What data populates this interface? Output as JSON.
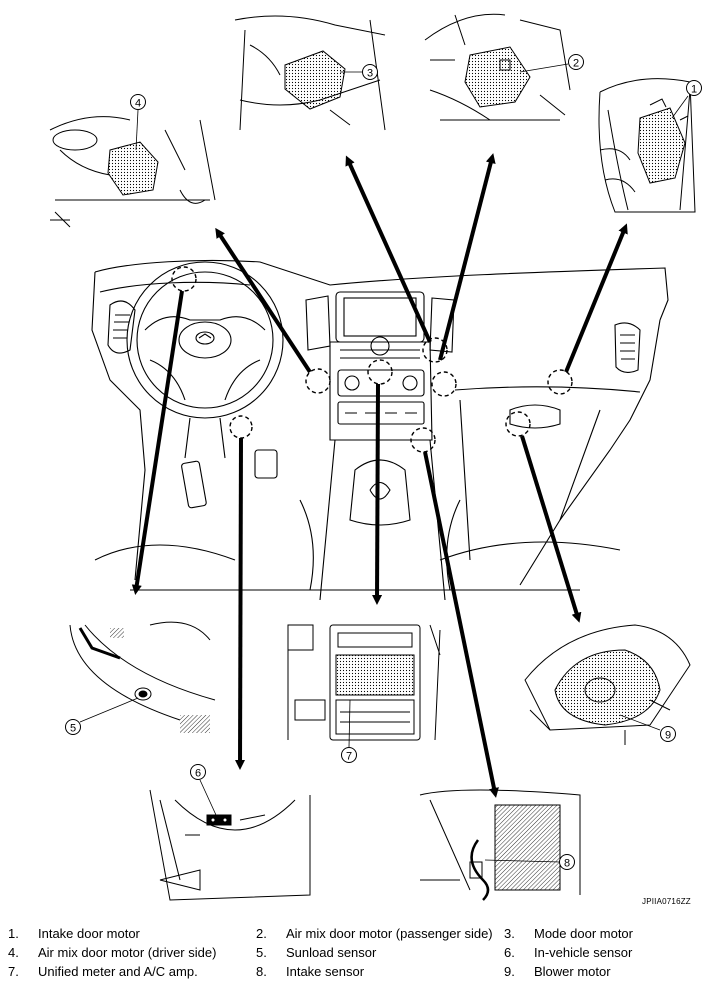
{
  "callouts": [
    "1",
    "2",
    "3",
    "4",
    "5",
    "6",
    "7",
    "8",
    "9"
  ],
  "figure_id": "JPIIA0716ZZ",
  "legend": [
    {
      "num": "1.",
      "label": "Intake door motor"
    },
    {
      "num": "2.",
      "label": "Air mix door motor (passenger side)"
    },
    {
      "num": "3.",
      "label": "Mode door motor"
    },
    {
      "num": "4.",
      "label": "Air mix door motor (driver side)"
    },
    {
      "num": "5.",
      "label": "Sunload sensor"
    },
    {
      "num": "6.",
      "label": "In-vehicle sensor"
    },
    {
      "num": "7.",
      "label": "Unified meter and A/C amp."
    },
    {
      "num": "8.",
      "label": "Intake sensor"
    },
    {
      "num": "9.",
      "label": "Blower motor"
    }
  ]
}
